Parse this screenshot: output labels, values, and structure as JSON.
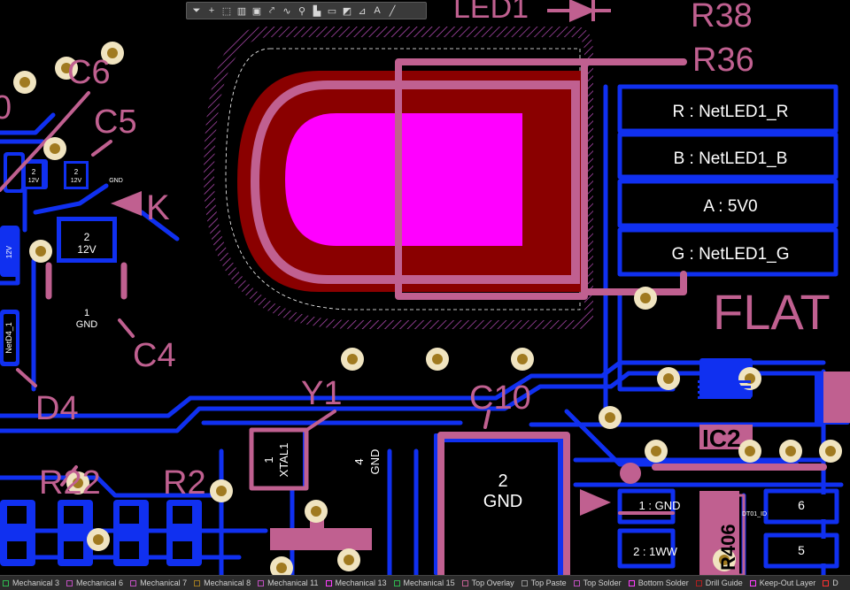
{
  "toolbar": {
    "tools": [
      {
        "name": "filter-icon",
        "glyph": "⏷"
      },
      {
        "name": "cross-icon",
        "glyph": "+"
      },
      {
        "name": "rectangle-select-icon",
        "glyph": "⬚"
      },
      {
        "name": "align-icon",
        "glyph": "▥"
      },
      {
        "name": "component-icon",
        "glyph": "▣"
      },
      {
        "name": "route-icon",
        "glyph": "⤤"
      },
      {
        "name": "interactive-route-icon",
        "glyph": "∿"
      },
      {
        "name": "via-icon",
        "glyph": "⚲"
      },
      {
        "name": "polygon-icon",
        "glyph": "▙"
      },
      {
        "name": "fill-icon",
        "glyph": "▭"
      },
      {
        "name": "region-icon",
        "glyph": "◩"
      },
      {
        "name": "dimension-icon",
        "glyph": "⊿"
      },
      {
        "name": "text-icon",
        "glyph": "A"
      },
      {
        "name": "line-icon",
        "glyph": "╱"
      }
    ]
  },
  "overlay": {
    "led1": "LED1",
    "r38": "R38",
    "r36": "R36",
    "c6": "C6",
    "c5": "C5",
    "k": "K",
    "c4": "C4",
    "d4": "D4",
    "y1": "Y1",
    "c10": "C10",
    "r22": "R22",
    "r2": "R2",
    "flat": "FLAT",
    "ic2": "IC2",
    "zero": "0",
    "r406": "R406"
  },
  "nets": {
    "r": "R : NetLED1_R",
    "b": "B : NetLED1_B",
    "a": "A : 5V0",
    "g": "G : NetLED1_G"
  },
  "pads": {
    "c5_pad1_num": "2",
    "c5_pad1_net": "12V",
    "c5_pad2_num": "2",
    "c5_pad2_net": "12V",
    "c5_gnd": "GND",
    "big12_num": "2",
    "big12_net": "12V",
    "left12": "12V",
    "c4_num": "1",
    "c4_net": "GND",
    "netd4": "NetD4_1",
    "y1_num": "1",
    "y1_net": "XTAL1",
    "y1_p4_num": "4",
    "y1_p4_net": "GND",
    "c10_num": "2",
    "c10_net": "GND",
    "gnd1": "1 : GND",
    "ww2": "2 : 1WW",
    "dt01": "DT01_ID",
    "six": "6",
    "five": "5"
  },
  "layers": [
    {
      "name": "Mechanical 3",
      "color": "#2fb84f"
    },
    {
      "name": "Mechanical 6",
      "color": "#c050c0"
    },
    {
      "name": "Mechanical 7",
      "color": "#c050c0"
    },
    {
      "name": "Mechanical 8",
      "color": "#a07a20"
    },
    {
      "name": "Mechanical 11",
      "color": "#c050c0"
    },
    {
      "name": "Mechanical 13",
      "color": "#ff40ff"
    },
    {
      "name": "Mechanical 15",
      "color": "#2fb84f"
    },
    {
      "name": "Top Overlay",
      "color": "#c06090"
    },
    {
      "name": "Top Paste",
      "color": "#909090"
    },
    {
      "name": "Top Solder",
      "color": "#c050c0"
    },
    {
      "name": "Bottom Solder",
      "color": "#ff40ff"
    },
    {
      "name": "Drill Guide",
      "color": "#b02020"
    },
    {
      "name": "Keep-Out Layer",
      "color": "#ff40ff"
    },
    {
      "name": "D",
      "color": "#ff3030"
    }
  ],
  "colors": {
    "overlay": "#c06090",
    "trace": "#1030f0",
    "copper": "#8a0000",
    "paste": "#ff00ff",
    "pad_ring": "#f0e4c0",
    "drill": "#a07a20"
  }
}
